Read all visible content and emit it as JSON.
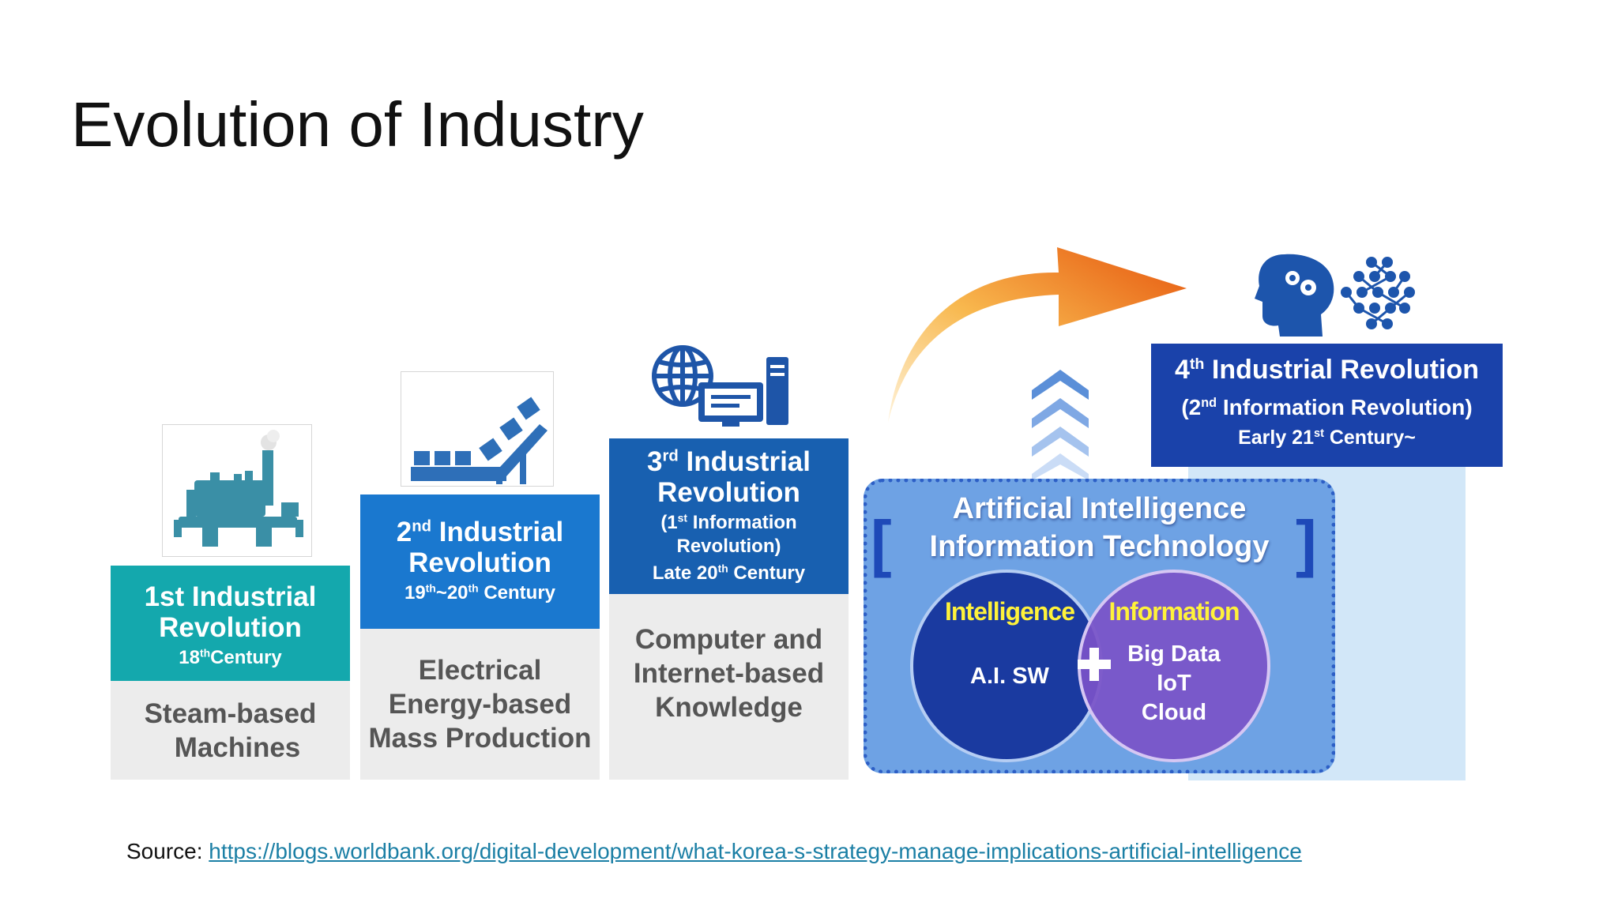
{
  "title": "Evolution of Industry",
  "stages": [
    {
      "header_line1": "1st Industrial",
      "header_line2": "Revolution",
      "date_prefix": "18",
      "date_sup": "th",
      "date_suffix": "Century",
      "desc_line1": "Steam-based",
      "desc_line2": "Machines",
      "color": "#14a8ad",
      "icon": "steam-engine-icon"
    },
    {
      "ordinal_num": "2",
      "ordinal_sup": "nd",
      "header_line1_rest": " Industrial",
      "header_line2": "Revolution",
      "date_a": "19",
      "date_a_sup": "th",
      "date_sep": "~20",
      "date_b_sup": "th",
      "date_suffix": " Century",
      "desc_line1": "Electrical",
      "desc_line2": "Energy-based",
      "desc_line3": "Mass Production",
      "color": "#1a78cf",
      "icon": "conveyor-belt-icon"
    },
    {
      "ordinal_num": "3",
      "ordinal_sup": "rd",
      "header_line1_rest": " Industrial",
      "header_line2": "Revolution",
      "sub_open": "(1",
      "sub_sup": "st",
      "sub_rest": " Information",
      "sub_line2": "Revolution)",
      "date_prefix": "Late 20",
      "date_sup": "th",
      "date_suffix": " Century",
      "desc_line1": "Computer and",
      "desc_line2": "Internet-based",
      "desc_line3": "Knowledge",
      "color": "#1860b0",
      "icon": "globe-computer-icon"
    },
    {
      "ordinal_num": "4",
      "ordinal_sup": "th",
      "header_line1_rest": " Industrial Revolution",
      "sub_open": "(2",
      "sub_sup": "nd",
      "sub_rest": " Information Revolution)",
      "date_prefix": "Early 21",
      "date_sup": "st",
      "date_suffix": " Century~",
      "color": "#1a42aa",
      "icon": "ai-head-network-icon"
    }
  ],
  "ai_box": {
    "line1": "Artificial Intelligence",
    "line2": "Information Technology",
    "intelligence_label": "Intelligence",
    "intelligence_item": "A.I. SW",
    "information_label": "Information",
    "information_items": [
      "Big Data",
      "IoT",
      "Cloud"
    ]
  },
  "source": {
    "label": "Source: ",
    "link": "https://blogs.worldbank.org/digital-development/what-korea-s-strategy-manage-implications-artificial-intelligence"
  },
  "colors": {
    "arrow_start": "#fde3b8",
    "arrow_end": "#e85a0c",
    "ai_box": "#6ea2e4",
    "circle_left": "#1a3aa0",
    "circle_right": "#7a52c8",
    "highlight_text": "#fff23a"
  }
}
